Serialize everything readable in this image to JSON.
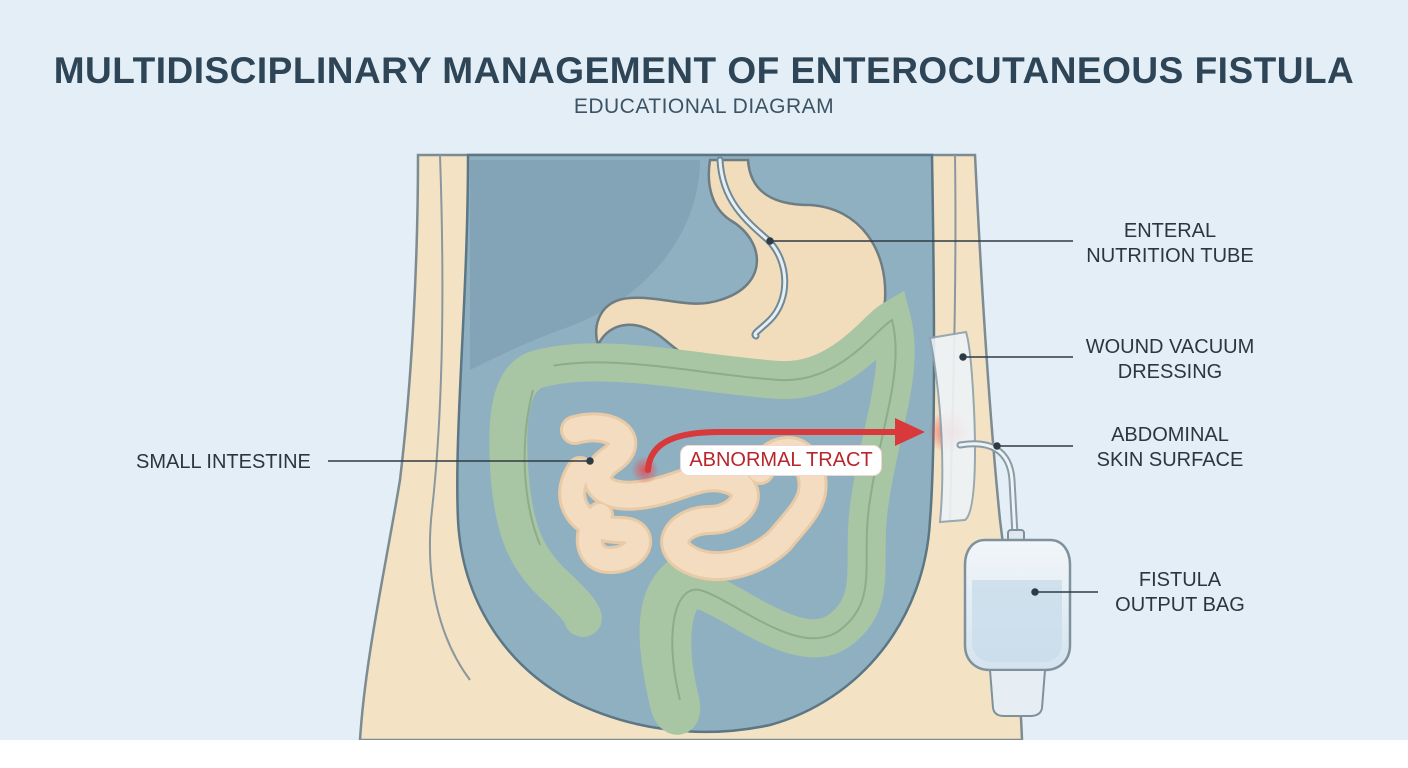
{
  "title": "MULTIDISCIPLINARY MANAGEMENT OF ENTEROCUTANEOUS FISTULA",
  "subtitle": "EDUCATIONAL DIAGRAM",
  "labels": {
    "enteral_tube": [
      "ENTERAL",
      "NUTRITION TUBE"
    ],
    "wound_vacuum": [
      "WOUND VACUUM",
      "DRESSING"
    ],
    "skin_surface": [
      "ABDOMINAL",
      "SKIN SURFACE"
    ],
    "output_bag": [
      "FISTULA",
      "OUTPUT BAG"
    ],
    "small_intestine": "SMALL INTESTINE",
    "abnormal_tract": "ABNORMAL TRACT"
  },
  "colors": {
    "background": "#e3eef6",
    "skin": "#f3e3c4",
    "cavity": "#8fb0c1",
    "colon": "#a9c6a4",
    "bowel": "#f3dcc0",
    "tract": "#d9393b"
  }
}
